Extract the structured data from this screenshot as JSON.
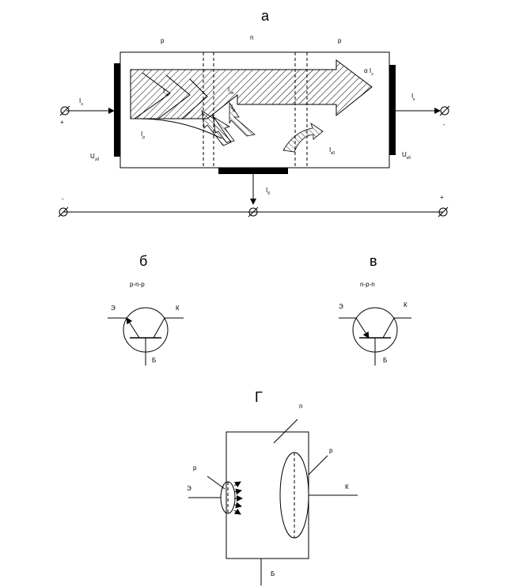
{
  "panel_a": {
    "title": "а",
    "regions": [
      "p",
      "n",
      "p"
    ],
    "labels": {
      "i_e": "I",
      "i_e_sub": "э",
      "i_k": "I",
      "i_k_sub": "к",
      "i_b": "I",
      "i_b_sub": "б",
      "i_ep": "I",
      "i_ep_sub": "эр",
      "i_en": "I",
      "i_en_sub": "эn",
      "i_r": "I",
      "i_r_sub": "р",
      "i_r2": "I",
      "i_r2_sub": "р",
      "i_k0": "I",
      "i_k0_sub": "к0",
      "alpha": "α I",
      "alpha_sub": "э",
      "u_eb": "U",
      "u_eb_sub": "эб",
      "u_kb": "U",
      "u_kb_sub": "кб",
      "plus_left": "+",
      "minus_right": "-",
      "minus_bus": "-",
      "plus_bus": "+"
    }
  },
  "panel_b": {
    "title": "б",
    "type_label": "p-n-p",
    "emitter": "Э",
    "collector": "К",
    "base": "Б"
  },
  "panel_v": {
    "title": "в",
    "type_label": "n-p-n",
    "emitter": "Э",
    "collector": "К",
    "base": "Б"
  },
  "panel_g": {
    "title": "Г",
    "n_label": "n",
    "p_left": "p",
    "p_right": "p",
    "emitter": "Э",
    "collector": "К",
    "base": "Б"
  }
}
